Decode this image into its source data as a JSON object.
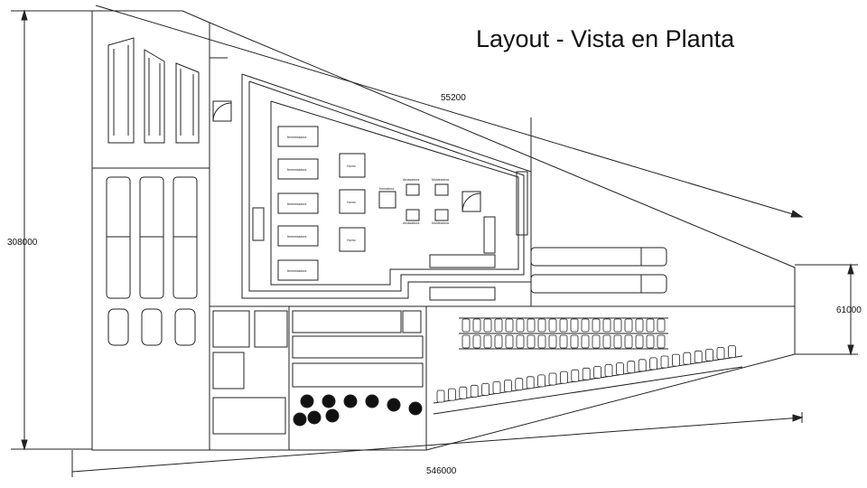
{
  "title": "Layout - Vista en Planta",
  "dimensions": {
    "top": "55200",
    "left": "308000",
    "right": "61000",
    "bottom": "546000"
  },
  "rooms": {
    "fermentador": "fermentadora",
    "horno": "Horno",
    "amasadora": "Amasadora",
    "moldeadora": "Moldeadora",
    "formadora": "formadora"
  }
}
